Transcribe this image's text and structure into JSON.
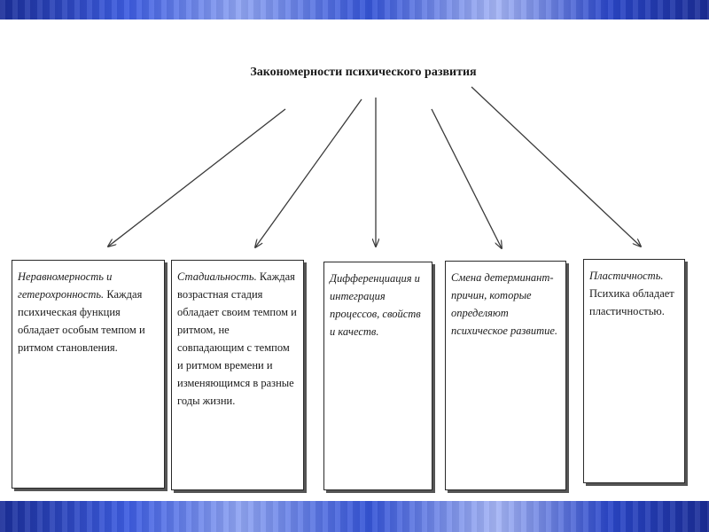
{
  "title": "Закономерности психического развития",
  "boxes": [
    {
      "italic_text": "Неравномерность и гетерохронность.",
      "text": "Каждая психическая функция обладает особым темпом и ритмом становления."
    },
    {
      "italic_text": "Стадиальность.",
      "text": "Каждая возрастная стадия обладает своим темпом и ритмом, не совпадающим с темпом и ритмом времени и изменяющимся в разные годы жизни."
    },
    {
      "italic_text": "Дифференциация и интеграция процессов, свойств и качеств.",
      "text": ""
    },
    {
      "italic_text": "Смена детерминант-причин, которые определяют психическое развитие.",
      "text": ""
    },
    {
      "italic_text": "Пластичность.",
      "text": "Психика обладает пластичностью."
    }
  ],
  "colors": {
    "band": "#2a46c8",
    "line": "#3a3a3a",
    "border": "#2a2a2a"
  }
}
